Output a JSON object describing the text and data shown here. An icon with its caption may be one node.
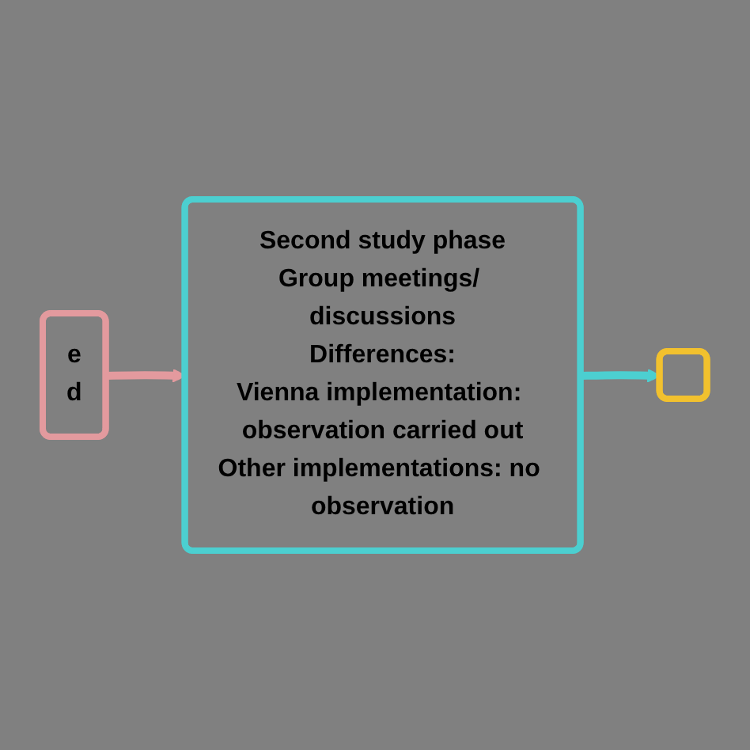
{
  "diagram": {
    "nodes": [
      {
        "text": [
          "e",
          "d"
        ]
      },
      {
        "text": [
          "Second study phase",
          "Group meetings/ discussions",
          "Differences:",
          "Vienna implementation: observation carried out",
          "Other implementations: no observation"
        ]
      },
      {
        "text": [],
        "shape": "box"
      }
    ],
    "edges": [
      {
        "from": 0,
        "to": 1,
        "arrow": "to",
        "color": "#e39a9e"
      },
      {
        "from": 1,
        "to": 2,
        "arrow": "to",
        "color": "#4ccfd0"
      }
    ]
  }
}
